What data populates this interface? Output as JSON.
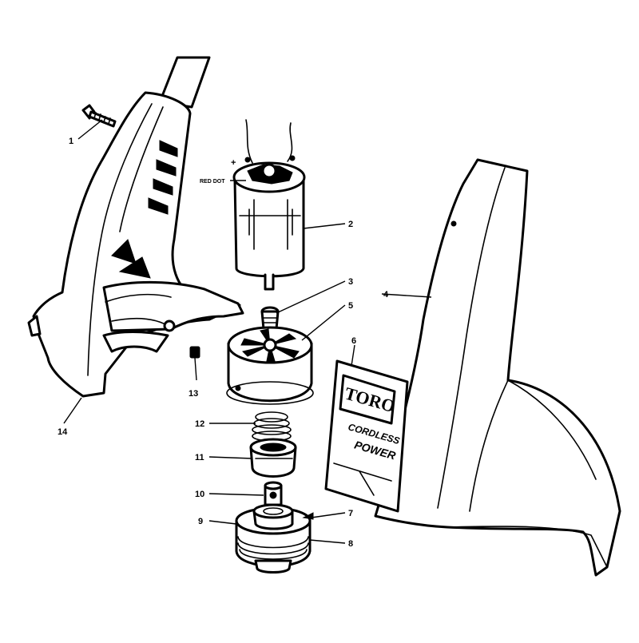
{
  "diagram": {
    "red_dot_label": "RED DOT",
    "plus_label": "+",
    "decal_brand": "TORO",
    "decal_line1": "CORDLESS",
    "decal_line2": "POWER",
    "callouts": {
      "c1": "1",
      "c2": "2",
      "c3": "3",
      "c4": "4",
      "c5": "5",
      "c6": "6",
      "c7": "7",
      "c8": "8",
      "c9": "9",
      "c10": "10",
      "c11": "11",
      "c12": "12",
      "c13": "13",
      "c14": "14"
    }
  }
}
